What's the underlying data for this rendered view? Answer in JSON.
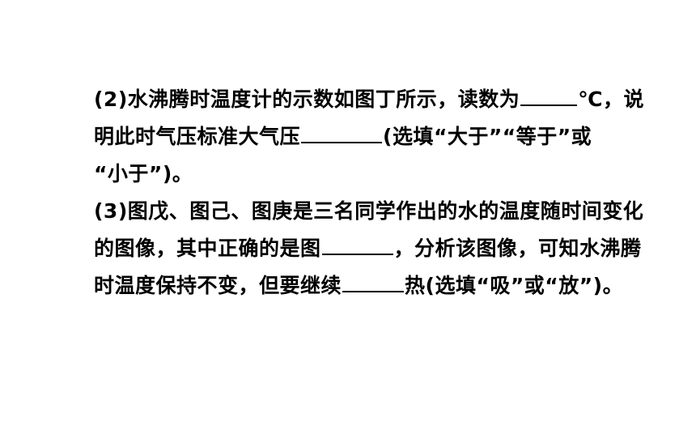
{
  "questions": {
    "q2": {
      "line1_a": "(2)水沸腾时温度计的示数如图丁所示，读数为",
      "line1_b": "℃，说",
      "line2_a": "明此时气压标准大气压",
      "line2_b": "(选填“大于”“等于”或",
      "line3": "“小于”)。"
    },
    "q3": {
      "line1": "(3)图戊、图己、图庚是三名同学作出的水的温度随时间变化",
      "line2_a": "的图像，其中正确的是图",
      "line2_b": "，分析该图像，可知水沸腾",
      "line3_a": "时温度保持不变，但要继续",
      "line3_b": "热(选填“吸”或“放”)。"
    }
  }
}
